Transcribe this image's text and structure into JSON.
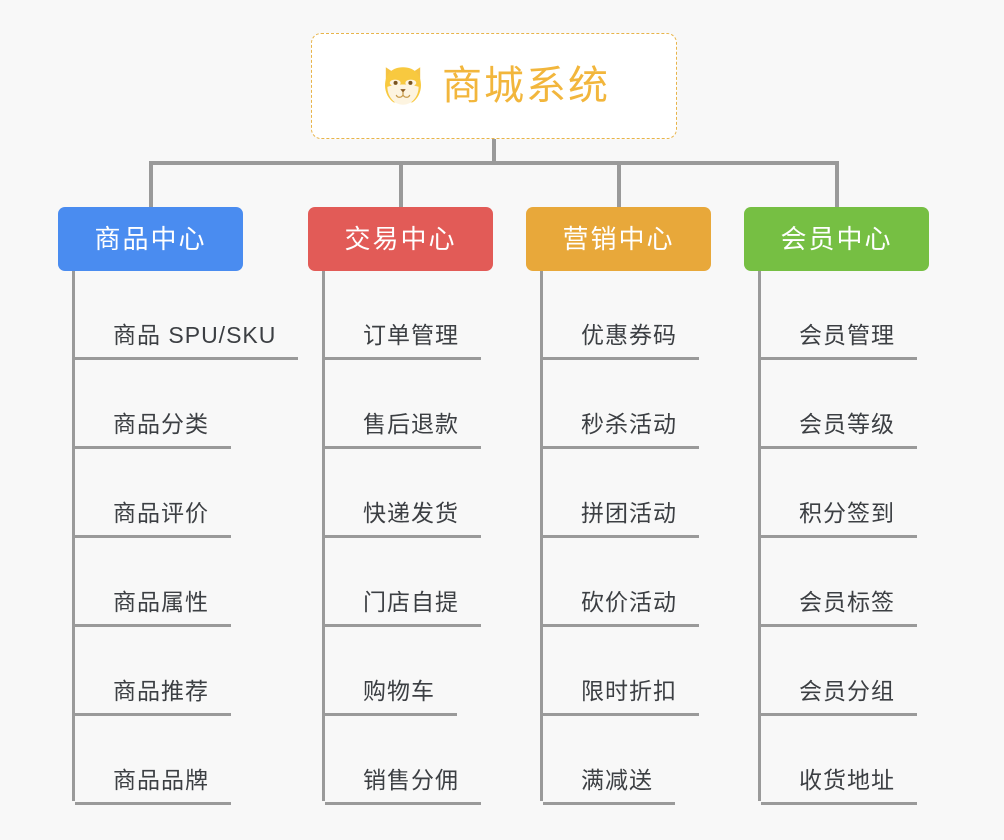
{
  "diagram": {
    "background_color": "#f8f8f8",
    "connector_color": "#9a9a9a",
    "root": {
      "title": "商城系统",
      "icon": "shiba-dog-icon",
      "text_color": "#f2b63c",
      "border_color": "#e8b44a",
      "fill_color": "#ffffff"
    },
    "branches": [
      {
        "label": "商品中心",
        "color": "#4a8cf0",
        "items": [
          "商品 SPU/SKU",
          "商品分类",
          "商品评价",
          "商品属性",
          "商品推荐",
          "商品品牌"
        ]
      },
      {
        "label": "交易中心",
        "color": "#e25b57",
        "items": [
          "订单管理",
          "售后退款",
          "快递发货",
          "门店自提",
          "购物车",
          "销售分佣"
        ]
      },
      {
        "label": "营销中心",
        "color": "#e8a83a",
        "items": [
          "优惠券码",
          "秒杀活动",
          "拼团活动",
          "砍价活动",
          "限时折扣",
          "满减送"
        ]
      },
      {
        "label": "会员中心",
        "color": "#76bf43",
        "items": [
          "会员管理",
          "会员等级",
          "积分签到",
          "会员标签",
          "会员分组",
          "收货地址"
        ]
      }
    ]
  }
}
